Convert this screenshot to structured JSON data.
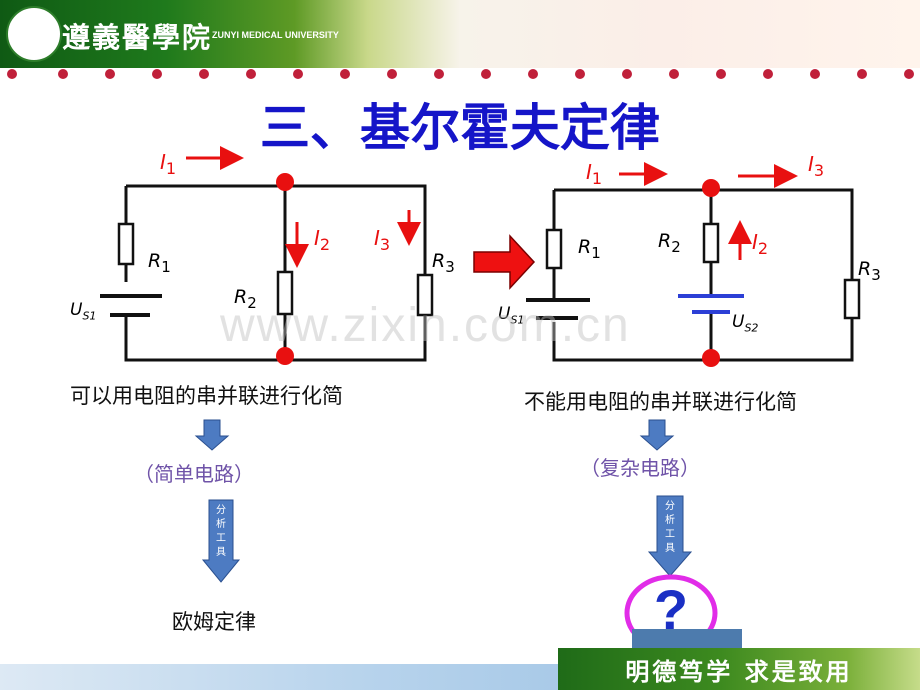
{
  "header": {
    "university_cn": "遵義醫學院",
    "university_en": "ZUNYI MEDICAL UNIVERSITY"
  },
  "title": "三、基尔霍夫定律",
  "watermark": "www.zixin.com.cn",
  "left_circuit": {
    "I1": "I",
    "I1_sub": "1",
    "I2": "I",
    "I2_sub": "2",
    "I3": "I",
    "I3_sub": "3",
    "R1": "R",
    "R1_sub": "1",
    "R2": "R",
    "R2_sub": "2",
    "R3": "R",
    "R3_sub": "3",
    "US1": "U",
    "US1_sub": "S1"
  },
  "right_circuit": {
    "I1": "I",
    "I1_sub": "1",
    "I2": "I",
    "I2_sub": "2",
    "I3": "I",
    "I3_sub": "3",
    "R1": "R",
    "R1_sub": "1",
    "R2": "R",
    "R2_sub": "2",
    "R3": "R",
    "R3_sub": "3",
    "US1": "U",
    "US1_sub": "S1",
    "US2": "U",
    "US2_sub": "S2"
  },
  "left_caption": "可以用电阻的串并联进行化简",
  "left_type": "（简单电路）",
  "left_arrow_text": "分析工具",
  "left_result": "欧姆定律",
  "right_caption": "不能用电阻的串并联进行化简",
  "right_type": "（复杂电路）",
  "right_arrow_text": "分析工具",
  "right_result": "?",
  "motto": "明德笃学 求是致用",
  "colors": {
    "title": "#1515c8",
    "current": "#e81010",
    "node": "#e81010",
    "source2": "#2c3fd6"
  }
}
